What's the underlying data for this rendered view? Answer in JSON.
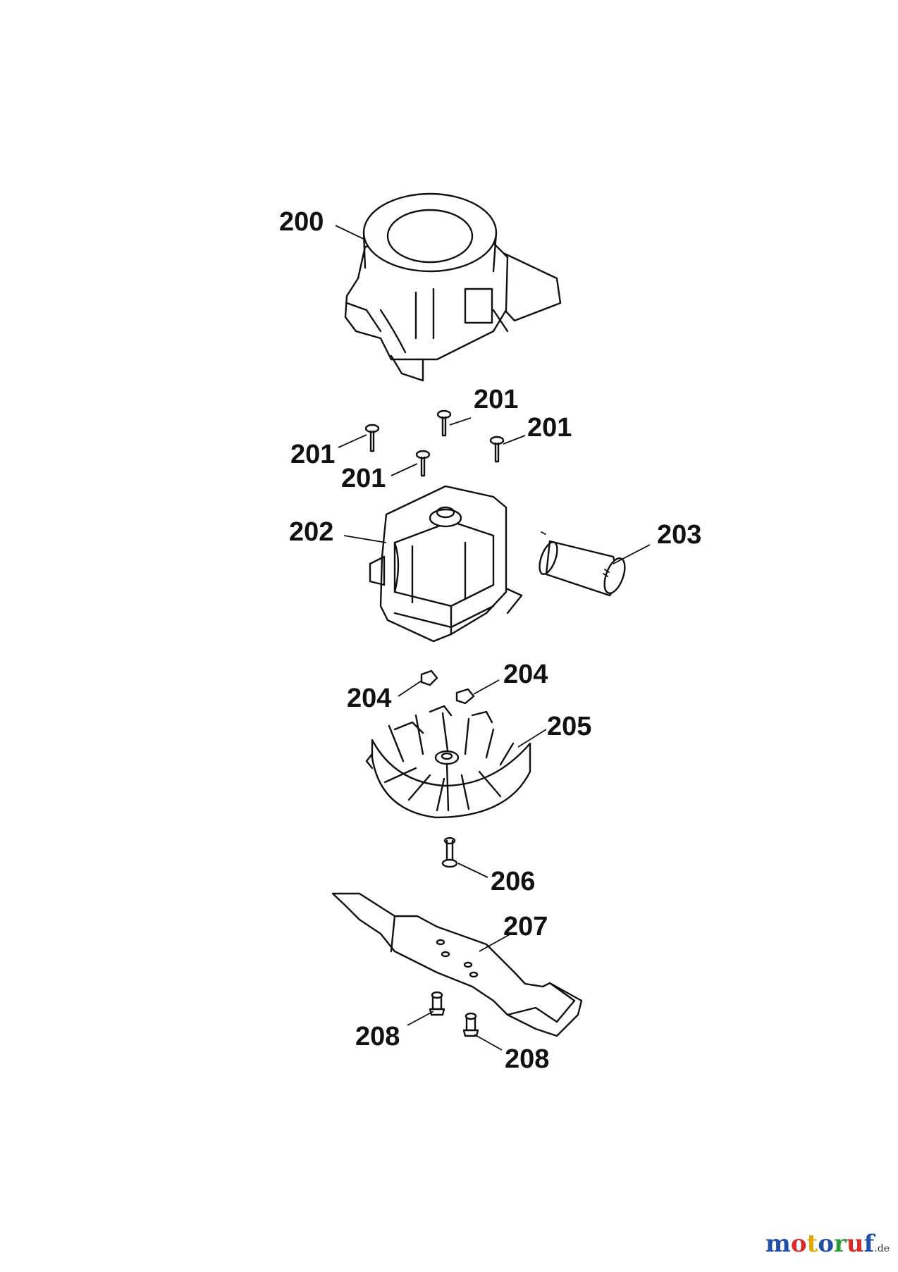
{
  "diagram": {
    "callouts": [
      {
        "id": "c200",
        "label": "200"
      },
      {
        "id": "c201a",
        "label": "201"
      },
      {
        "id": "c201b",
        "label": "201"
      },
      {
        "id": "c201c",
        "label": "201"
      },
      {
        "id": "c201d",
        "label": "201"
      },
      {
        "id": "c202",
        "label": "202"
      },
      {
        "id": "c203",
        "label": "203"
      },
      {
        "id": "c204a",
        "label": "204"
      },
      {
        "id": "c204b",
        "label": "204"
      },
      {
        "id": "c205",
        "label": "205"
      },
      {
        "id": "c206",
        "label": "206"
      },
      {
        "id": "c207",
        "label": "207"
      },
      {
        "id": "c208a",
        "label": "208"
      },
      {
        "id": "c208b",
        "label": "208"
      }
    ]
  },
  "watermark": {
    "letters": [
      "m",
      "o",
      "t",
      "o",
      "r",
      "u",
      "f"
    ],
    "colors": [
      "#1f4fa8",
      "#d62b2b",
      "#e0a800",
      "#1f4fa8",
      "#2a9d3a",
      "#d62b2b",
      "#1f4fa8"
    ],
    "suffix": ".de"
  }
}
